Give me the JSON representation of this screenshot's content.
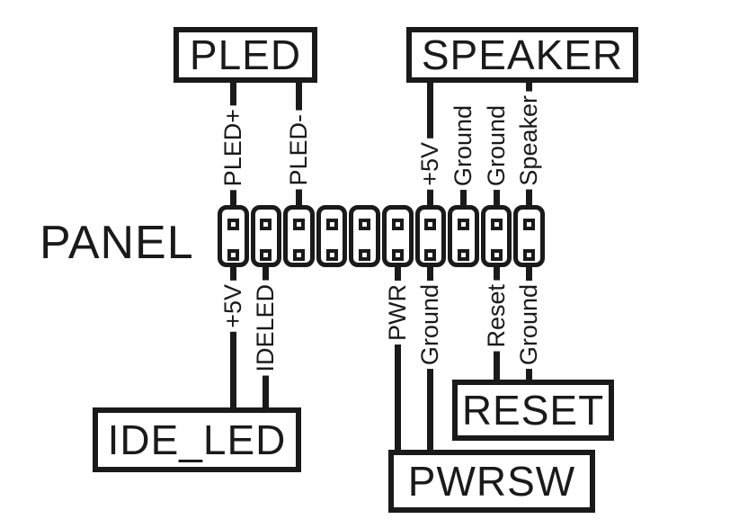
{
  "diagram": {
    "panel_label": "PANEL",
    "boxes": {
      "pled": {
        "label": "PLED"
      },
      "speaker": {
        "label": "SPEAKER"
      },
      "ide_led": {
        "label": "IDE_LED"
      },
      "reset": {
        "label": "RESET"
      },
      "pwrsw": {
        "label": "PWRSW"
      }
    },
    "connector": {
      "rows": 2,
      "columns": 10
    },
    "pins": {
      "top": [
        {
          "col": 1,
          "label": "PLED+",
          "to": "pled"
        },
        {
          "col": 3,
          "label": "PLED-",
          "to": "pled"
        },
        {
          "col": 7,
          "label": "+5V",
          "to": "speaker"
        },
        {
          "col": 8,
          "label": "Ground",
          "to": null
        },
        {
          "col": 9,
          "label": "Ground",
          "to": null
        },
        {
          "col": 10,
          "label": "Speaker",
          "to": "speaker"
        }
      ],
      "bottom": [
        {
          "col": 1,
          "label": "+5V",
          "to": "ide_led"
        },
        {
          "col": 2,
          "label": "IDELED",
          "to": "ide_led"
        },
        {
          "col": 6,
          "label": "PWR",
          "to": "pwrsw"
        },
        {
          "col": 7,
          "label": "Ground",
          "to": "pwrsw"
        },
        {
          "col": 9,
          "label": "Reset",
          "to": "reset"
        },
        {
          "col": 10,
          "label": "Ground",
          "to": "reset"
        }
      ]
    },
    "colors": {
      "ink": "#1a1a1a",
      "paper": "#ffffff"
    }
  }
}
